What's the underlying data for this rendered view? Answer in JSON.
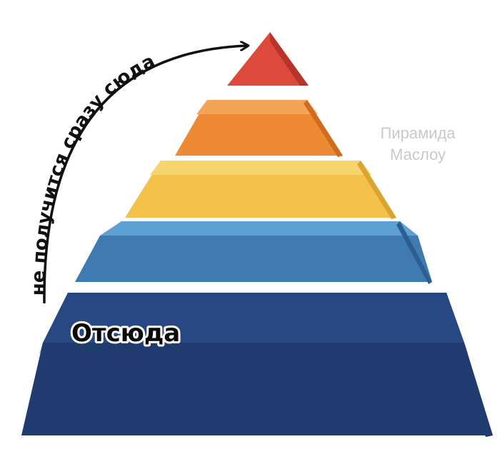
{
  "caption": {
    "curve_text": "не получится сразу сюда",
    "base_label": "Отсюда"
  },
  "watermark": {
    "line1": "Пирамида",
    "line2": "Маслоу"
  },
  "levels": [
    {
      "level": 1,
      "color": "#1f3b70"
    },
    {
      "level": 2,
      "color": "#3f7bb0"
    },
    {
      "level": 3,
      "color": "#f4c24a"
    },
    {
      "level": 4,
      "color": "#ee8a33"
    },
    {
      "level": 5,
      "color": "#dd4a3b"
    }
  ]
}
